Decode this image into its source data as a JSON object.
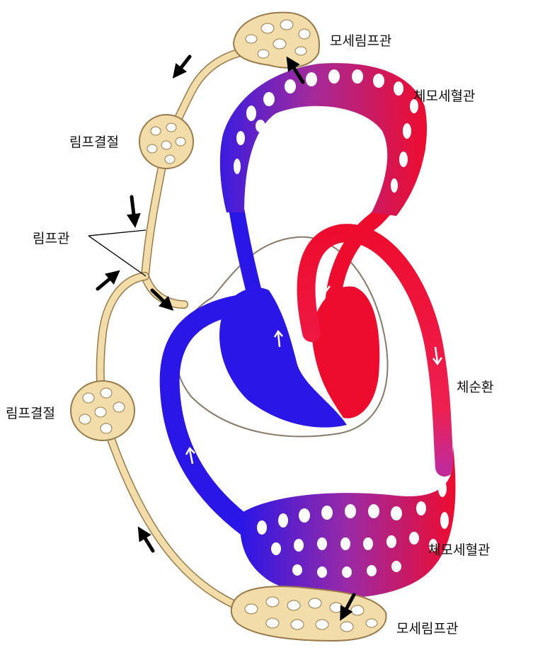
{
  "labels": {
    "lymph_capillary_top": "모세림프관",
    "systemic_capillary_top": "체모세혈관",
    "lymph_node_upper": "림프결절",
    "lymph_vessel": "림프관",
    "systemic_circulation": "체순환",
    "lymph_node_lower": "림프결절",
    "systemic_capillary_bottom": "체모세혈관",
    "lymph_capillary_bottom": "모세림프관"
  },
  "colors": {
    "venous_blue": "#2a16e6",
    "arterial_red": "#ee0c2e",
    "lymph_tan": "#f2dcaa",
    "lymph_outline": "#9a7a4a",
    "arrow": "#000000"
  }
}
